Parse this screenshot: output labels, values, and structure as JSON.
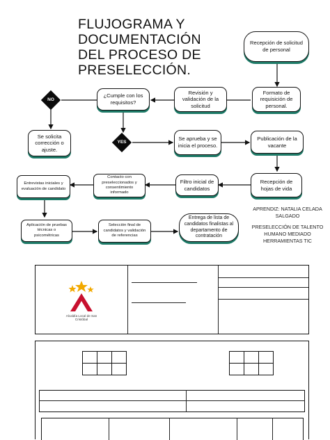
{
  "title": "FLUJOGRAMA Y DOCUMENTACIÓN DEL PROCESO DE PRESELECCIÓN.",
  "colors": {
    "shadow": "#1d7a67",
    "border": "#111111",
    "diamond": "#0b0b0b",
    "logo_red": "#c8102e",
    "logo_gold": "#f2a900"
  },
  "nodes": {
    "recepcion_solicitud": "Recepción de solicitud de personal",
    "formato_requisicion": "Formato de requisición de personal.",
    "revision_validacion": "Revisión y validación de la solicitud",
    "cumple_requisitos": "¿Cumple con los requisitos?",
    "se_solicita_correccion": "Se solicita corrección o ajuste.",
    "se_aprueba": "Se aprueba y se inicia el proceso.",
    "publicacion_vacante": "Publicación de la vacante",
    "recepcion_hojas": "Recepción de hojas de vida",
    "filtro_inicial": "Filtro inicial de candidatos",
    "contacto_preseleccionados": "Contacto con preseleccionados y consentimiento informado",
    "entrevistas_iniciales": "Entrevistas iniciales y evaluación de candidato",
    "aplicacion_pruebas": "Aplicación de pruebas técnicas o psicométricas",
    "seleccion_final": "Selección final de candidatos y validación de referencias",
    "entrega_lista": "Entrega de lista de candidatos finalistas al departamento de contratación"
  },
  "decisions": {
    "no": "NO",
    "yes": "YES"
  },
  "info": {
    "author": "APRENDIZ: NATALIA CELADA SALGADO",
    "course": "PRESELECCIÓN DE TALENTO HUMANO MEDIADO HERRAMIENTAS TIC"
  },
  "logo": {
    "name": "Alcaldía Local de San Cristóbal"
  }
}
